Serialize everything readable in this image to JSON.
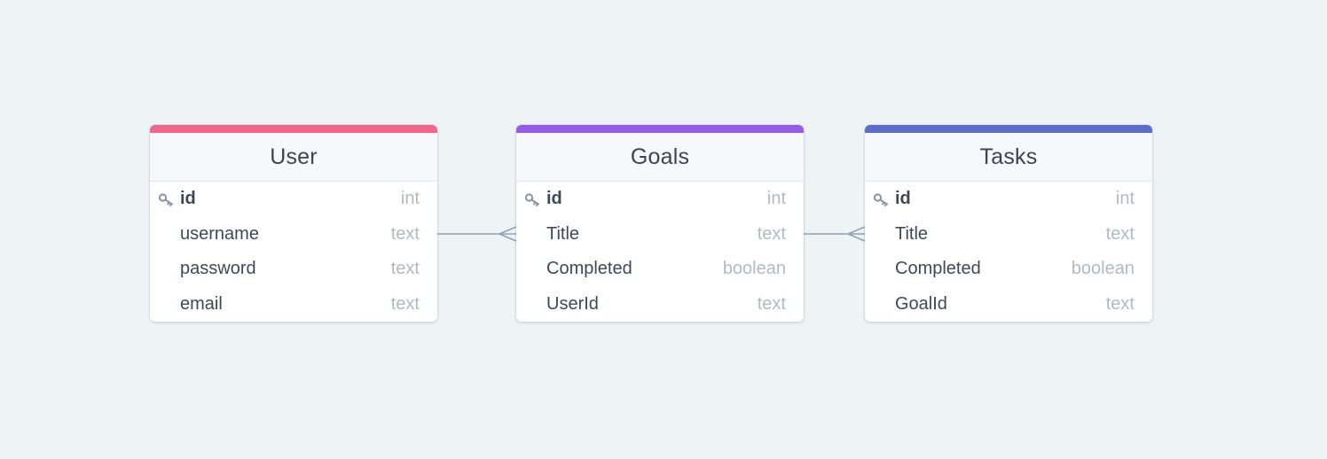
{
  "colors": {
    "background": "#eef3f6",
    "connector": "#8fa2b8"
  },
  "tables": [
    {
      "name": "User",
      "color": "#f3668c",
      "fields": [
        {
          "name": "id",
          "type": "int",
          "primary_key": true,
          "icon": "key-icon"
        },
        {
          "name": "username",
          "type": "text"
        },
        {
          "name": "password",
          "type": "text"
        },
        {
          "name": "email",
          "type": "text"
        }
      ]
    },
    {
      "name": "Goals",
      "color": "#955ce6",
      "fields": [
        {
          "name": "id",
          "type": "int",
          "primary_key": true,
          "icon": "key-icon"
        },
        {
          "name": "Title",
          "type": "text"
        },
        {
          "name": "Completed",
          "type": "boolean"
        },
        {
          "name": "UserId",
          "type": "text"
        }
      ]
    },
    {
      "name": "Tasks",
      "color": "#5d6ec9",
      "fields": [
        {
          "name": "id",
          "type": "int",
          "primary_key": true,
          "icon": "key-icon"
        },
        {
          "name": "Title",
          "type": "text"
        },
        {
          "name": "Completed",
          "type": "boolean"
        },
        {
          "name": "GoalId",
          "type": "text"
        }
      ]
    }
  ],
  "relationships": [
    {
      "from": "User.username",
      "to": "Goals.Title",
      "from_end": "one",
      "to_end": "many"
    },
    {
      "from": "Goals.Title",
      "to": "Tasks.Title",
      "from_end": "one",
      "to_end": "many"
    }
  ]
}
